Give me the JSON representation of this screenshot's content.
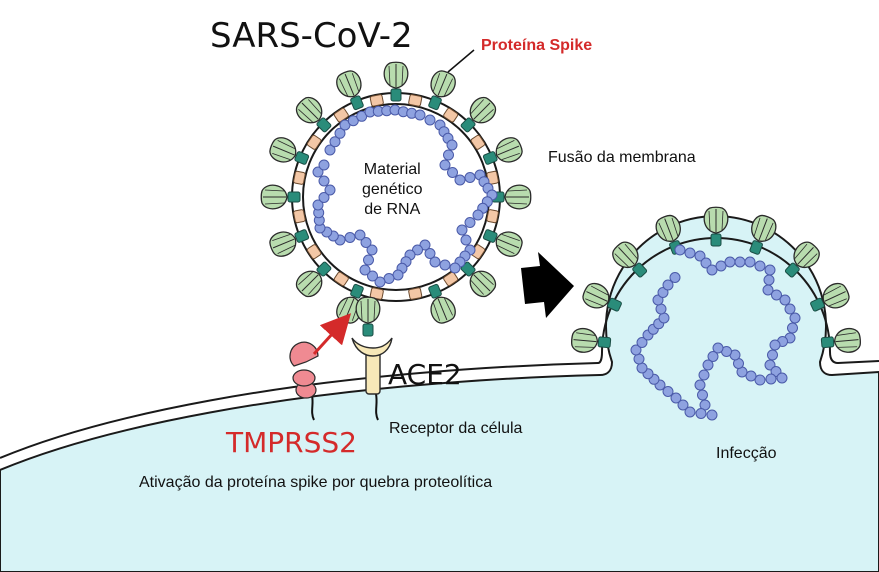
{
  "labels": {
    "title": "SARS-CoV-2",
    "spike_protein": "Proteína Spike",
    "genetic_material": [
      "Material",
      "genético",
      "de RNA"
    ],
    "membrane_fusion": "Fusão da membrana",
    "receptor_name": "ACE2",
    "protease_name": "TMPRSS2",
    "cell_receptor": "Receptor da célula",
    "infection": "Infecção",
    "activation": "Ativação da proteína spike por quebra proteolítica"
  },
  "colors": {
    "cell_fill": "#d7f3f6",
    "cell_outline": "#1a1a1a",
    "spike_head": "#b8dcae",
    "spike_stalk": "#2a8c7a",
    "rna_bead": "#8ea2e0",
    "rna_outline": "#4a5aa8",
    "envelope_protein": "#f3c7a6",
    "receptor": "#f7e8b8",
    "protease": "#ef8a92",
    "highlight_red": "#d42a2a",
    "arrow": "#000000"
  }
}
